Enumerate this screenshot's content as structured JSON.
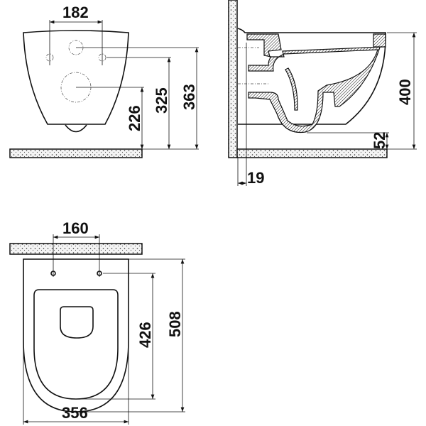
{
  "front_view": {
    "dim_bolt_spacing": "182",
    "dim_outlet_height": "226",
    "dim_bolt_height": "325",
    "dim_inlet_height": "363"
  },
  "side_view": {
    "dim_height": "400",
    "dim_floor_gap": "52",
    "dim_wall_gap": "19"
  },
  "top_view": {
    "dim_bolt_spacing": "160",
    "dim_seat_length": "426",
    "dim_total_length": "508",
    "dim_width": "356"
  }
}
